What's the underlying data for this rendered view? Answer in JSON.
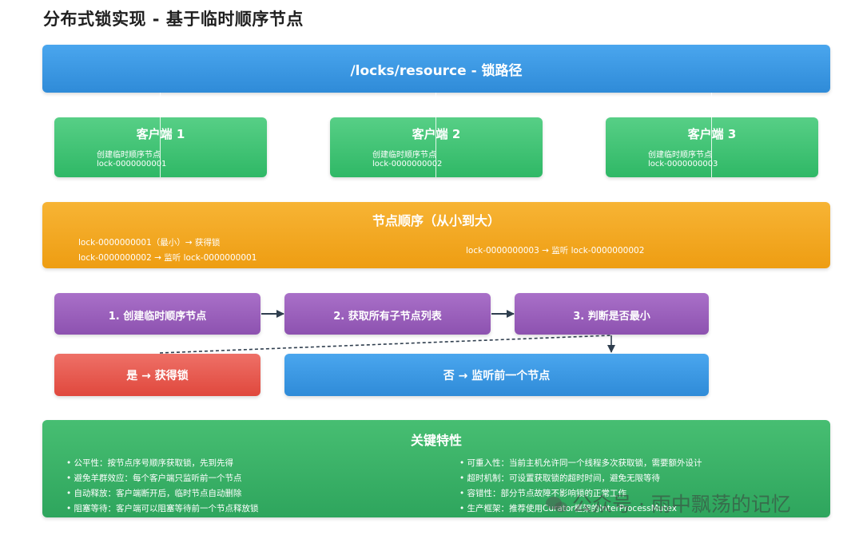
{
  "title": "分布式锁实现 - 基于临时顺序节点",
  "path_box": {
    "label": "/locks/resource - 锁路径"
  },
  "clients": [
    {
      "name": "客户端 1",
      "action": "创建临时顺序节点",
      "node": "lock-0000000001"
    },
    {
      "name": "客户端 2",
      "action": "创建临时顺序节点",
      "node": "lock-0000000002"
    },
    {
      "name": "客户端 3",
      "action": "创建临时顺序节点",
      "node": "lock-0000000003"
    }
  ],
  "order": {
    "title": "节点顺序（从小到大）",
    "line1": "lock-0000000001（最小）→ 获得锁",
    "line2": "lock-0000000002 → 监听 lock-0000000001",
    "line3": "lock-0000000003 → 监听 lock-0000000002"
  },
  "steps": [
    {
      "label": "1. 创建临时顺序节点"
    },
    {
      "label": "2. 获取所有子节点列表"
    },
    {
      "label": "3. 判断是否最小"
    }
  ],
  "outcomes": {
    "yes": "是 → 获得锁",
    "no": "否 → 监听前一个节点"
  },
  "features": {
    "title": "关键特性",
    "left": [
      "• 公平性：按节点序号顺序获取锁，先到先得",
      "• 避免羊群效应：每个客户端只监听前一个节点",
      "• 自动释放：客户端断开后，临时节点自动删除",
      "• 阻塞等待：客户端可以阻塞等待前一个节点释放锁"
    ],
    "right": [
      "• 可重入性：当前主机允许同一个线程多次获取锁，需要额外设计",
      "• 超时机制：可设置获取锁的超时时间，避免无限等待",
      "• 容错性：部分节点故障不影响锁的正常工作",
      "• 生产框架：推荐使用Curator框架的InterProcessMutex"
    ]
  },
  "watermark": "公众号 · 雨中飘荡的记忆",
  "colors": {
    "blue": "#3a97e3",
    "green": "#3cc374",
    "orange": "#f2a823",
    "purple": "#9a60bc",
    "red": "#e65a50",
    "arrow": "#2f3e4e"
  }
}
